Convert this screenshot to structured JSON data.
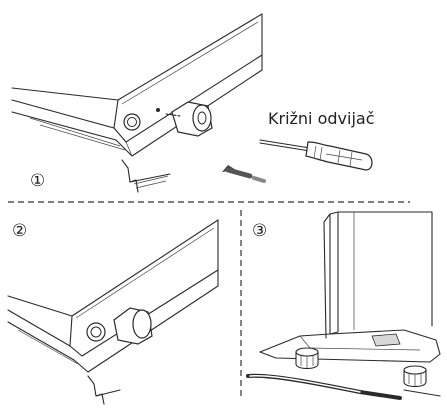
{
  "steps": {
    "step1": "①",
    "step2": "②",
    "step3": "③"
  },
  "tool_label": "Križni odvijač",
  "icons": {
    "screwdriver": "screwdriver-icon",
    "direction_arrow": "arrow-icon",
    "spacer": "spacer-icon",
    "screw": "screw-icon",
    "foot": "foot-icon"
  }
}
